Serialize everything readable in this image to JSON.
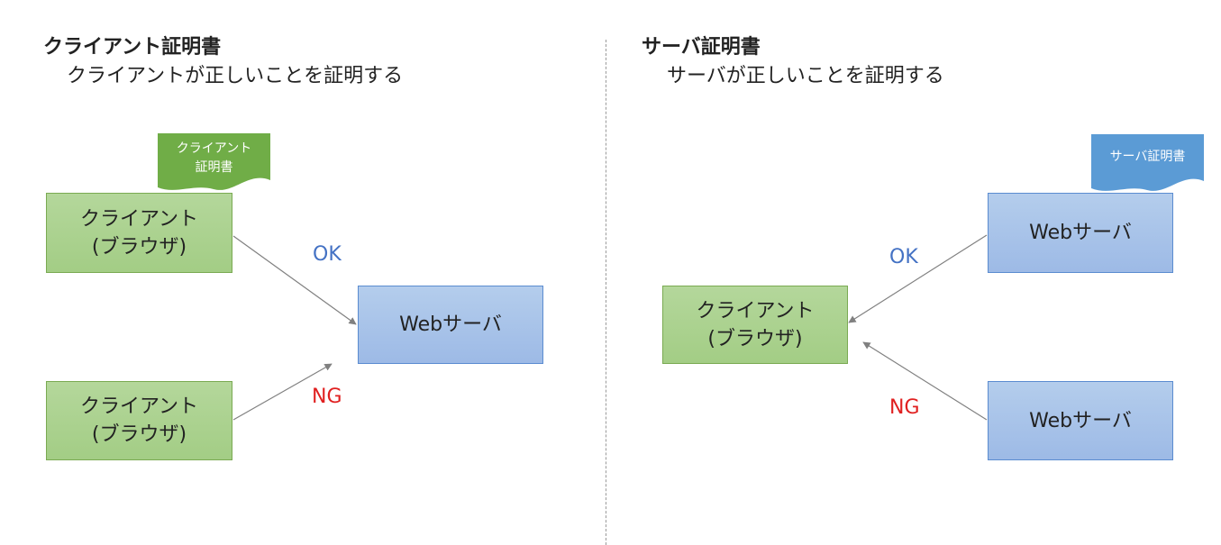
{
  "left": {
    "title": "クライアント証明書",
    "subtitle": "クライアントが正しいことを証明する",
    "cert_doc": "クライアント\n証明書",
    "client_top": "クライアント\n(ブラウザ)",
    "client_bottom": "クライアント\n(ブラウザ)",
    "server": "Webサーバ",
    "ok_label": "OK",
    "ng_label": "NG"
  },
  "right": {
    "title": "サーバ証明書",
    "subtitle": "サーバが正しいことを証明する",
    "cert_doc": "サーバ証明書",
    "server_top": "Webサーバ",
    "server_bottom": "Webサーバ",
    "client": "クライアント\n(ブラウザ)",
    "ok_label": "OK",
    "ng_label": "NG"
  },
  "colors": {
    "ok": "#4472c4",
    "ng": "#e02020",
    "client_box": "#a9d18e",
    "server_box": "#a4c2e8",
    "client_cert": "#70ad47",
    "server_cert": "#5b9bd5",
    "arrow": "#808080"
  }
}
